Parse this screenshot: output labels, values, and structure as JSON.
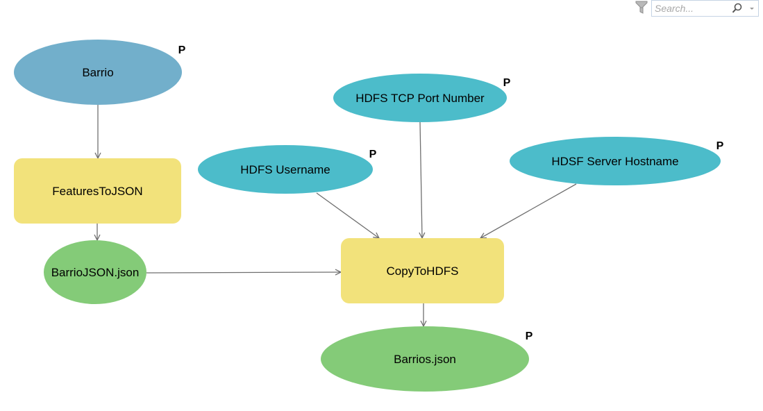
{
  "search": {
    "placeholder": "Search..."
  },
  "icons": {
    "filter": "filter-funnel-icon",
    "search": "magnifier-icon",
    "dropdown": "chevron-down-icon"
  },
  "colors": {
    "input_variable": "#72afcb",
    "parameter_variable": "#4cbcca",
    "tool": "#f2e27b",
    "derived_data": "#84cb78",
    "connector": "#6f6f6f",
    "parameter_marker": "#000000"
  },
  "parameter_marker": "P",
  "nodes": [
    {
      "id": "barrio",
      "label": "Barrio",
      "kind": "input_variable",
      "parameter": true
    },
    {
      "id": "features_to_json",
      "label": "FeaturesToJSON",
      "kind": "tool",
      "parameter": false
    },
    {
      "id": "barrio_json",
      "label": "BarrioJSON.json",
      "kind": "derived_data",
      "parameter": false
    },
    {
      "id": "hdfs_tcp_port",
      "label": "HDFS TCP Port Number",
      "kind": "parameter_variable",
      "parameter": true
    },
    {
      "id": "hdfs_username",
      "label": "HDFS Username",
      "kind": "parameter_variable",
      "parameter": true
    },
    {
      "id": "hdsf_server_hostname",
      "label": "HDSF Server Hostname",
      "kind": "parameter_variable",
      "parameter": true
    },
    {
      "id": "copy_to_hdfs",
      "label": "CopyToHDFS",
      "kind": "tool",
      "parameter": false
    },
    {
      "id": "barrios_json",
      "label": "Barrios.json",
      "kind": "derived_data",
      "parameter": true
    }
  ],
  "edges": [
    {
      "from": "barrio",
      "to": "features_to_json"
    },
    {
      "from": "features_to_json",
      "to": "barrio_json"
    },
    {
      "from": "barrio_json",
      "to": "copy_to_hdfs"
    },
    {
      "from": "hdfs_username",
      "to": "copy_to_hdfs"
    },
    {
      "from": "hdfs_tcp_port",
      "to": "copy_to_hdfs"
    },
    {
      "from": "hdsf_server_hostname",
      "to": "copy_to_hdfs"
    },
    {
      "from": "copy_to_hdfs",
      "to": "barrios_json"
    }
  ]
}
